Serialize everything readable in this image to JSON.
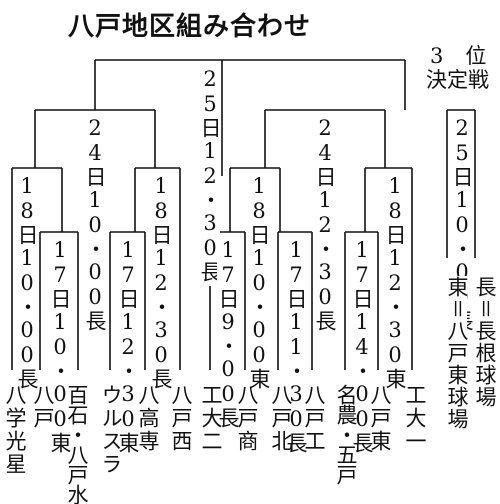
{
  "title": "八戸地区組み合わせ",
  "teams": [
    "八学光星",
    "八戸",
    "百石・八戸水",
    "ウルスラ",
    "八高専",
    "八戸西",
    "工大二",
    "八戸商",
    "八戸北",
    "八戸工",
    "名農・五戸",
    "八戸東",
    "工大一"
  ],
  "matches": {
    "final": "25日12・30長",
    "semi_left": "24日10・00長",
    "semi_right": "24日12・30長",
    "r2_1": "18日10・00長",
    "r2_2": "18日12・30長",
    "r2_3": "18日10・00東",
    "r2_4": "18日12・30東",
    "r1_1": "17日10・00東",
    "r1_2": "17日12・30東",
    "r1_3": "17日9・00長",
    "r1_4": "17日11・30長",
    "r1_5": "17日14・00長"
  },
  "third_place": {
    "title_line1": "3位",
    "title_line2": "決定戦",
    "schedule": "25日10・00長"
  },
  "legend": {
    "naga": "長＝長根球場",
    "higashi": "東＝八戸東球場"
  }
}
